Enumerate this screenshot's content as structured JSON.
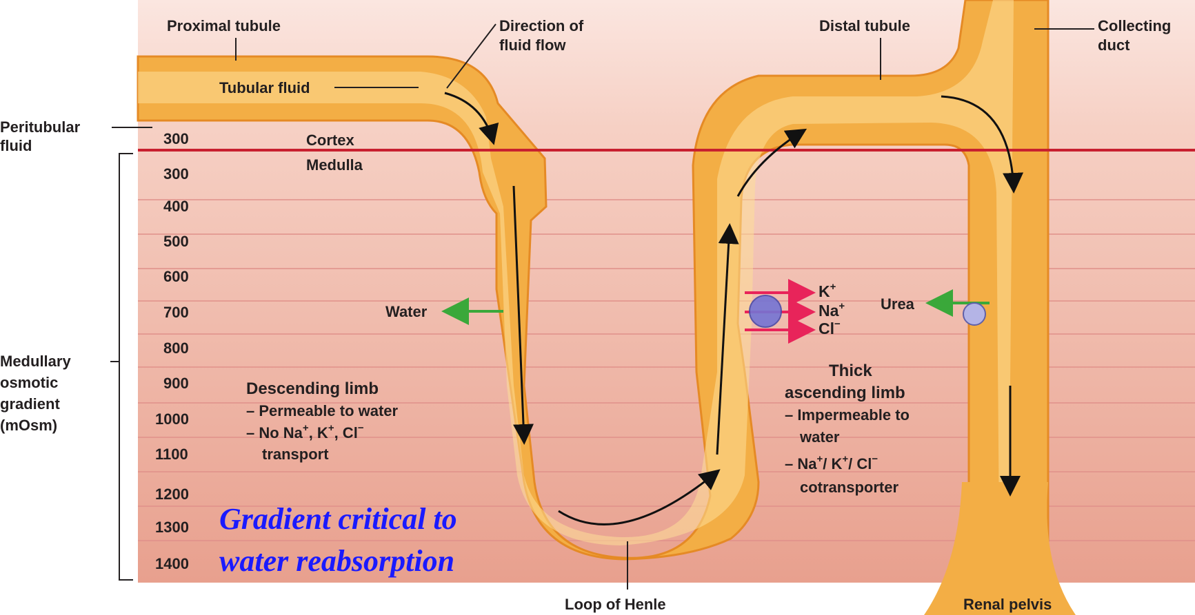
{
  "labels": {
    "proximal_tubule": "Proximal tubule",
    "direction_line1": "Direction of",
    "direction_line2": "fluid flow",
    "distal_tubule": "Distal tubule",
    "collecting_line1": "Collecting",
    "collecting_line2": "duct",
    "tubular_fluid": "Tubular fluid",
    "peritubular_line1": "Peritubular",
    "peritubular_line2": "fluid",
    "cortex": "Cortex",
    "medulla": "Medulla",
    "loop_of_henle": "Loop of Henle",
    "renal_pelvis": "Renal pelvis",
    "water": "Water",
    "urea": "Urea"
  },
  "gradient_label": [
    "Medullary",
    "osmotic",
    "gradient",
    "(mOsm)"
  ],
  "osmolarity_levels": [
    "300",
    "300",
    "400",
    "500",
    "600",
    "700",
    "800",
    "900",
    "1000",
    "1100",
    "1200",
    "1300",
    "1400"
  ],
  "ions": [
    {
      "base": "K",
      "sup": "+"
    },
    {
      "base": "Na",
      "sup": "+"
    },
    {
      "base": "Cl",
      "sup": "−"
    }
  ],
  "descending_limb": {
    "title": "Descending limb",
    "line1": "– Permeable to water",
    "line2_prefix": "– No Na",
    "line2_sup1": "+",
    "line2_mid": ", K",
    "line2_sup2": "+",
    "line2_mid2": ", Cl",
    "line2_sup3": "−",
    "line3": "transport"
  },
  "thick_ascending_limb": {
    "title_line1": "Thick",
    "title_line2": "ascending limb",
    "line1": "– Impermeable to",
    "line2": "water",
    "line3_prefix": "– Na",
    "line3_sup1": "+",
    "line3_mid": "/ K",
    "line3_sup2": "+",
    "line3_mid2": "/ Cl",
    "line3_sup3": "−",
    "line4": "cotransporter"
  },
  "emphasis": {
    "line1": "Gradient critical to",
    "line2": "water reabsorption"
  },
  "colors": {
    "tubule": "#f6b64a",
    "tubule_edge": "#e8932a",
    "tubule_highlight": "#fde8a2",
    "cortex_bg_top": "#f6d2c8",
    "medulla_bg_bottom": "#e8a08e",
    "boundary_line": "#c8202f",
    "gradient_lines": "#e0908a",
    "transport_arrow": "#e8245a",
    "water_arrow": "#3aa83a",
    "cotransporter": "#7878d8",
    "urea_channel": "#b8b8e8",
    "emphasis_text": "#1a1aff"
  }
}
